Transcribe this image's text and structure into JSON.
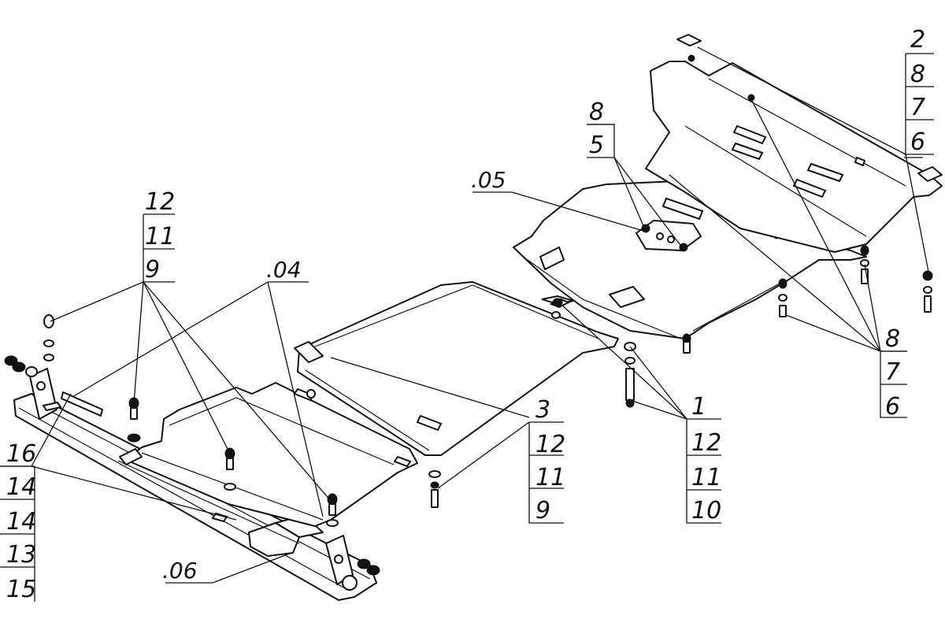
{
  "diagram": {
    "callouts": {
      "top_right": [
        "2",
        "8",
        "7",
        "6"
      ],
      "mid_center": [
        "8",
        "5"
      ],
      "ref_05": ".05",
      "right_lower": [
        "8",
        "7",
        "6"
      ],
      "center_bottom": [
        "1",
        "12",
        "11",
        "10"
      ],
      "center_left": [
        "3",
        "12",
        "11",
        "9"
      ],
      "left_top": [
        "12",
        "11",
        "9"
      ],
      "ref_04": ".04",
      "ref_06": ".06",
      "left_bottom": [
        "16",
        "14",
        "14",
        "13",
        "15"
      ]
    }
  }
}
